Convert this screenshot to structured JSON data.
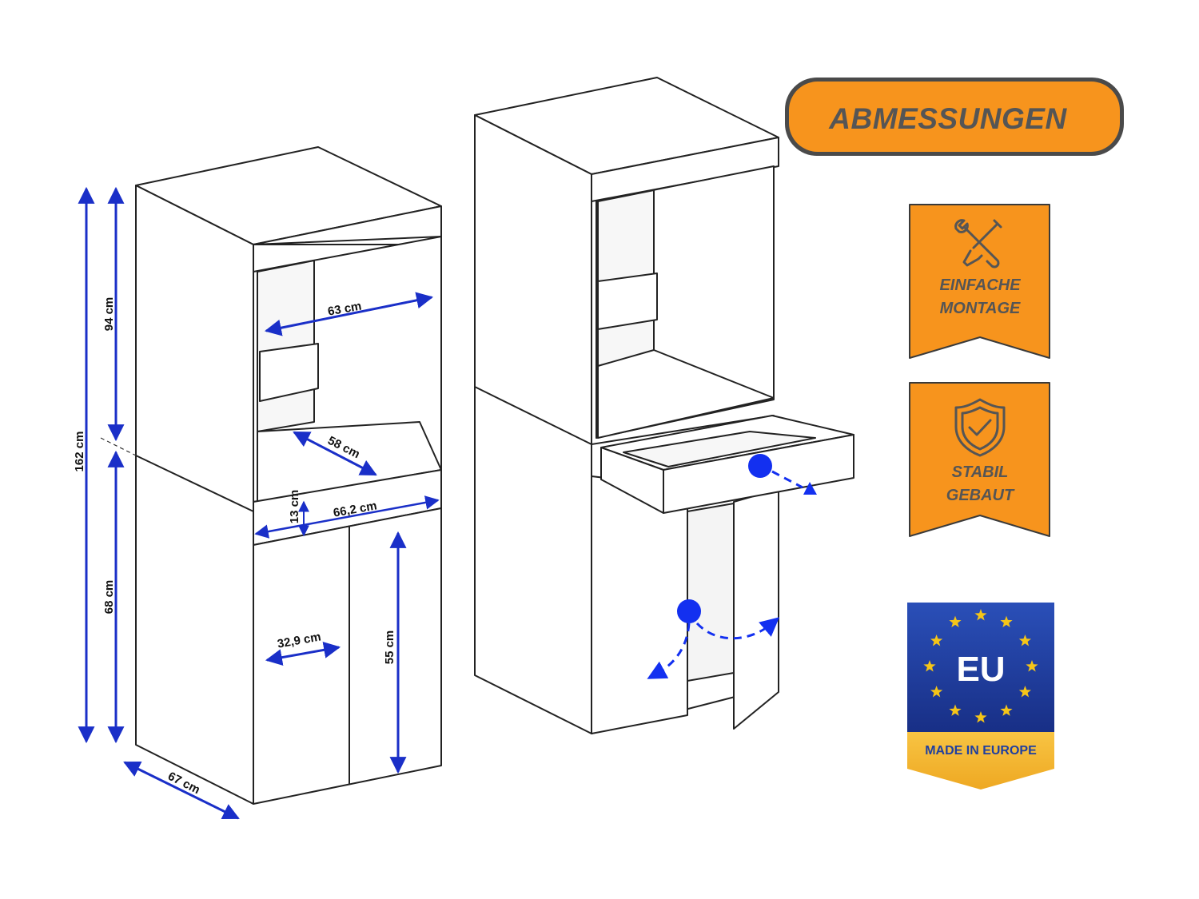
{
  "title": "ABMESSUNGEN",
  "dimensions": {
    "total_height": "162 cm",
    "upper_height": "94 cm",
    "lower_height": "68 cm",
    "inner_width": "63 cm",
    "inner_depth": "58 cm",
    "drawer_height": "13 cm",
    "total_width": "66,2 cm",
    "door_width": "32,9 cm",
    "door_height": "55 cm",
    "depth": "67 cm"
  },
  "badges": {
    "assembly": {
      "line1": "EINFACHE",
      "line2": "MONTAGE",
      "icon": "tools-icon"
    },
    "stable": {
      "line1": "STABIL",
      "line2": "GEBAUT",
      "icon": "shield-check-icon"
    }
  },
  "eu": {
    "label": "EU",
    "footer": "MADE IN EUROPE"
  },
  "colors": {
    "accent": "#f7941d",
    "dimension": "#1a2fc8",
    "eu_blue": "#1f3fa0",
    "gold": "#f5b82e",
    "marker": "#1330f0"
  }
}
